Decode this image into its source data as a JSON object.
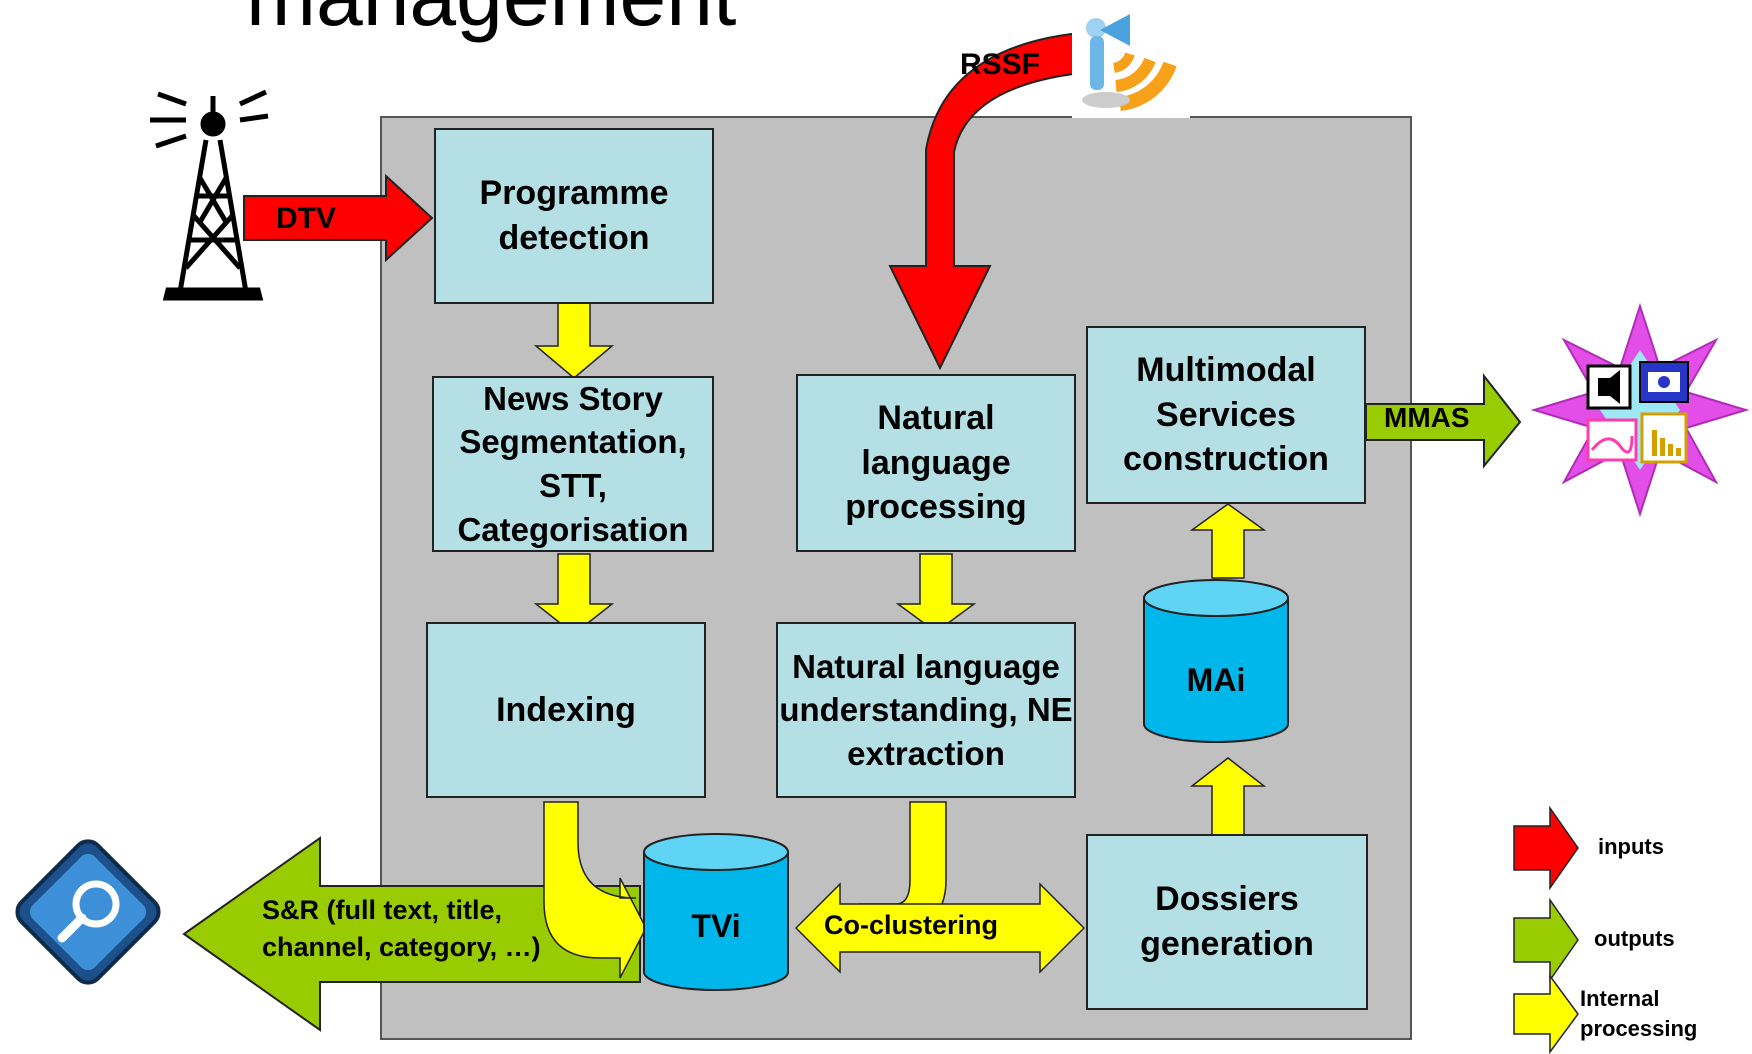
{
  "title": "management",
  "boxes": {
    "programme_detection": "Programme detection",
    "news_story": "News Story Segmentation, STT, Categorisation",
    "indexing": "Indexing",
    "nlp": "Natural language processing",
    "nlu": "Natural language understanding, NE extraction",
    "multimodal": "Multimodal Services construction",
    "dossiers": "Dossiers generation"
  },
  "databases": {
    "tvi": "TVi",
    "mai": "MAi"
  },
  "arrows": {
    "dtv": "DTV",
    "rssf": "RSSF",
    "mmas": "MMAS",
    "sr": "S&R (full text, title, channel, category, …)",
    "coclustering": "Co-clustering"
  },
  "legend": {
    "inputs": "inputs",
    "outputs": "outputs",
    "internal": "Internal processing"
  },
  "colors": {
    "input": "#ff0000",
    "output": "#99cc00",
    "internal": "#ffff00",
    "box": "#b4dfe5",
    "database": "#00b7eb",
    "panel": "#c0c0c0"
  },
  "icons": [
    "broadcast-tower-icon",
    "rss-feed-icon",
    "search-magnifier-icon",
    "multimedia-starburst-icon"
  ]
}
